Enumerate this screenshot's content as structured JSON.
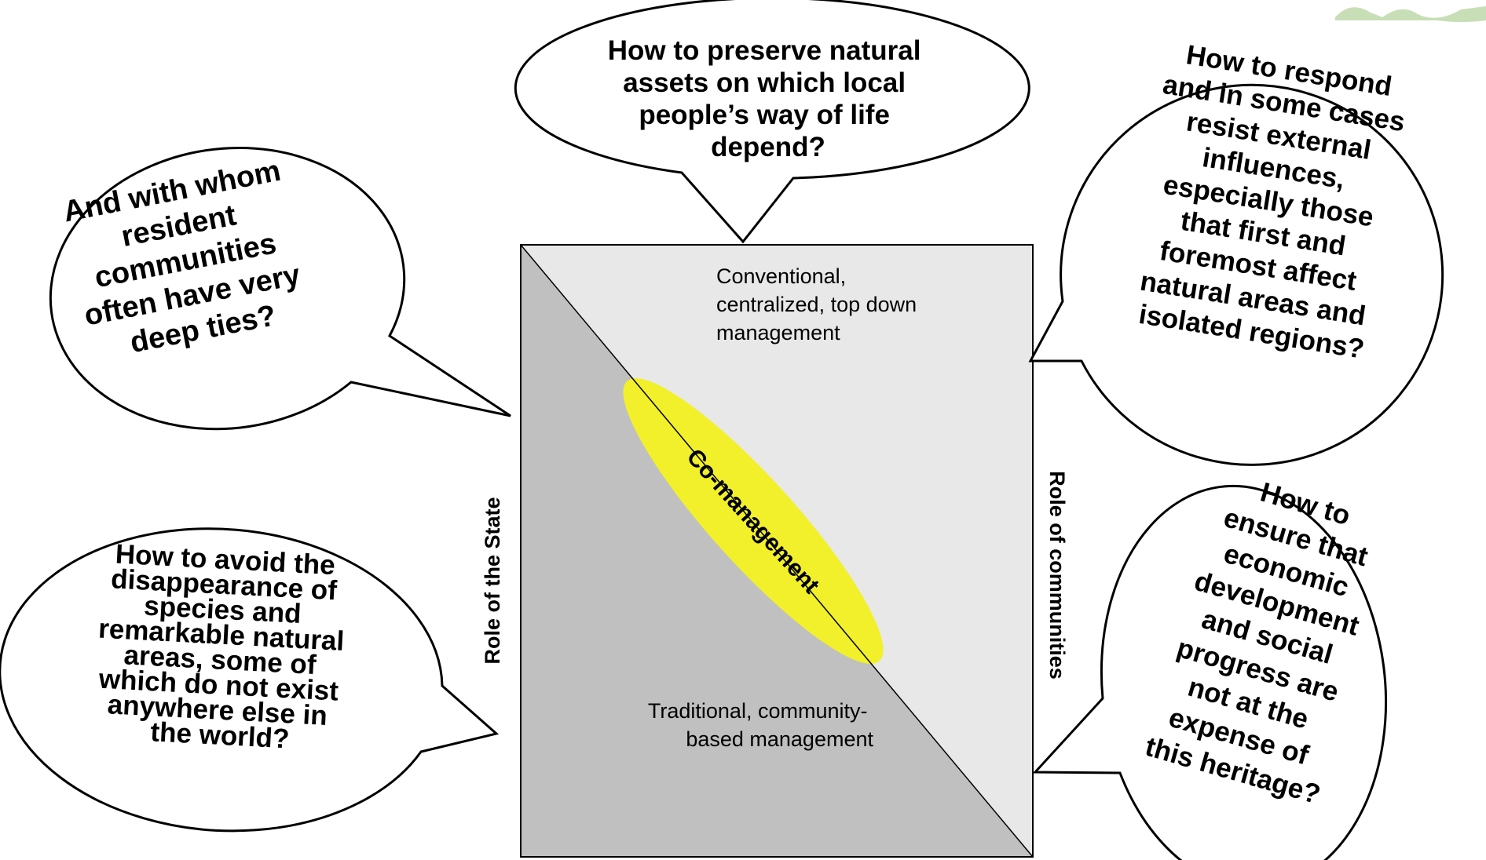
{
  "center": {
    "top_label": [
      "Conventional,",
      "centralized, top down",
      "management"
    ],
    "bottom_label": [
      "Traditional, community-",
      "based  management"
    ],
    "ellipse_label": "Co-management",
    "left_axis": "Role of the State",
    "right_axis": "Role of communities"
  },
  "bubbles": {
    "top": [
      "How to preserve natural",
      "assets on which local",
      "people’s way of life",
      "depend?"
    ],
    "upper_left": [
      "And with whom",
      "resident",
      "communities",
      "often have very",
      "deep ties?"
    ],
    "upper_right": [
      "How to respond",
      "and in some cases",
      "resist external",
      "influences,",
      "especially those",
      "that first and",
      "foremost affect",
      "natural areas and",
      "isolated regions?"
    ],
    "lower_left": [
      "How to avoid the",
      "disappearance of",
      "species and",
      "remarkable natural",
      "areas, some of",
      "which do not exist",
      "anywhere else in",
      "the world?"
    ],
    "lower_right": [
      "How to",
      "ensure that",
      "economic",
      "development",
      "and social",
      "progress are",
      "not at the",
      "expense of",
      "this heritage?"
    ]
  },
  "colors": {
    "upper_triangle": "#e8e8e8",
    "lower_triangle": "#c0c0c0",
    "ellipse": "#f2f02a",
    "logo": "#9bc27a"
  }
}
